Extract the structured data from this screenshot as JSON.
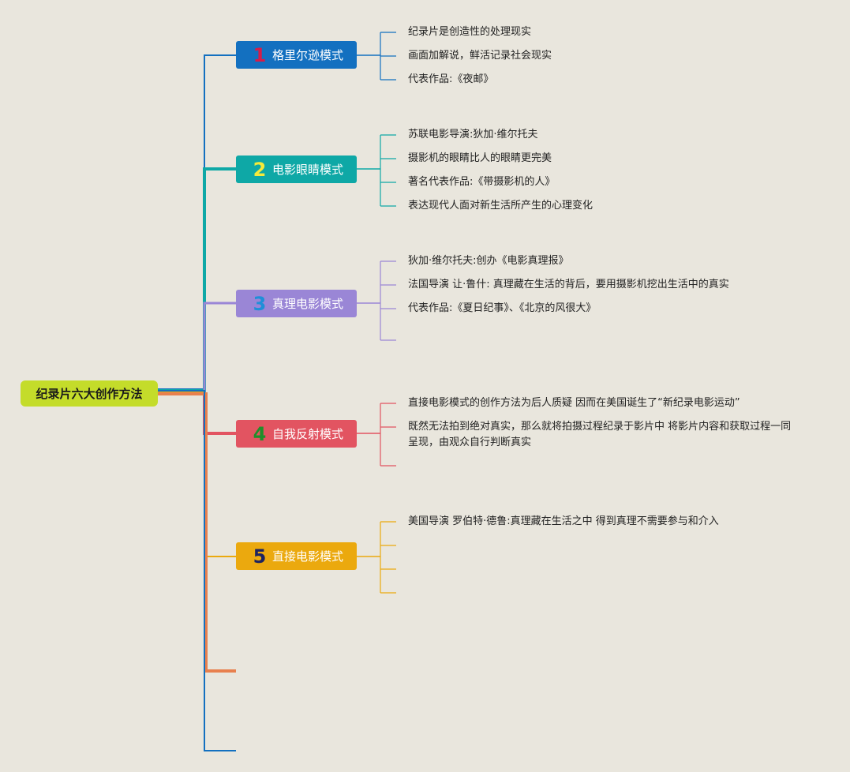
{
  "root": {
    "label": "纪录片六大创作方法"
  },
  "branches": [
    {
      "number": "1",
      "label": "格里尔逊模式",
      "color": "#1370c0",
      "num_color": "#d81b48",
      "items": [
        "纪录片是创造性的处理现实",
        "画面加解说，鲜活记录社会现实",
        "代表作品:《夜邮》"
      ]
    },
    {
      "number": "2",
      "label": "电影眼睛模式",
      "color": "#0ea8a6",
      "num_color": "#f4ea3a",
      "items": [
        "苏联电影导演:狄加·维尔托夫",
        "摄影机的眼睛比人的眼睛更完美",
        "著名代表作品:《带摄影机的人》",
        "表达现代人面对新生活所产生的心理变化"
      ]
    },
    {
      "number": "3",
      "label": "真理电影模式",
      "color": "#9a86d6",
      "num_color": "#1f8fd8",
      "items": [
        "狄加·维尔托夫:创办《电影真理报》",
        "法国导演 让·鲁什: 真理藏在生活的背后，要用摄影机挖出生活中的真实",
        "代表作品:《夏日纪事》、《北京的风很大》",
        ""
      ]
    },
    {
      "number": "4",
      "label": "自我反射模式",
      "color": "#e25461",
      "num_color": "#1f8f2a",
      "items": [
        "直接电影模式的创作方法为后人质疑 因而在美国诞生了“新纪录电影运动”",
        "既然无法拍到绝对真实，那么就将拍摄过程纪录于影片中 将影片内容和获取过程一同呈现，由观众自行判断真实",
        ""
      ]
    },
    {
      "number": "5",
      "label": "直接电影模式",
      "color": "#eba90e",
      "num_color": "#1c2360",
      "items": [
        "美国导演 罗伯特·德鲁:真理藏在生活之中 得到真理不需要参与和介入",
        "",
        "",
        ""
      ]
    }
  ],
  "extra_branch_colors": [
    "#e8804e",
    "#1370c0"
  ]
}
